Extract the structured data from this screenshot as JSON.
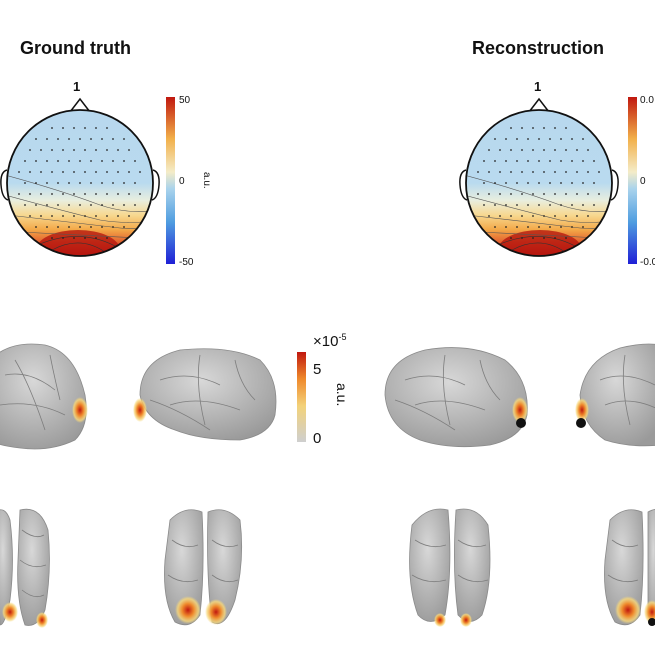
{
  "panels": [
    {
      "title": "Ground truth",
      "topomap": {
        "number": "1",
        "colorbar": {
          "max_label": "50",
          "mid_label": "0",
          "min_label": "-50",
          "unit": "a.u."
        }
      }
    },
    {
      "title": "Reconstruction",
      "topomap": {
        "number": "1",
        "colorbar": {
          "max_label": "0.0",
          "mid_label": "0",
          "min_label": "-0.0"
        }
      }
    }
  ],
  "source_colorbar": {
    "multiplier_base": "×10",
    "multiplier_exp": "-5",
    "max_label": "5",
    "min_label": "0",
    "unit": "a.u."
  },
  "colors": {
    "cold": "#1f3bd6",
    "light_blue": "#a9cfe8",
    "neutral": "#f2ecd0",
    "warm": "#f2b04a",
    "hot": "#d7301f",
    "dark_red": "#b2120c",
    "brain_gray": "#bdbdbd"
  }
}
